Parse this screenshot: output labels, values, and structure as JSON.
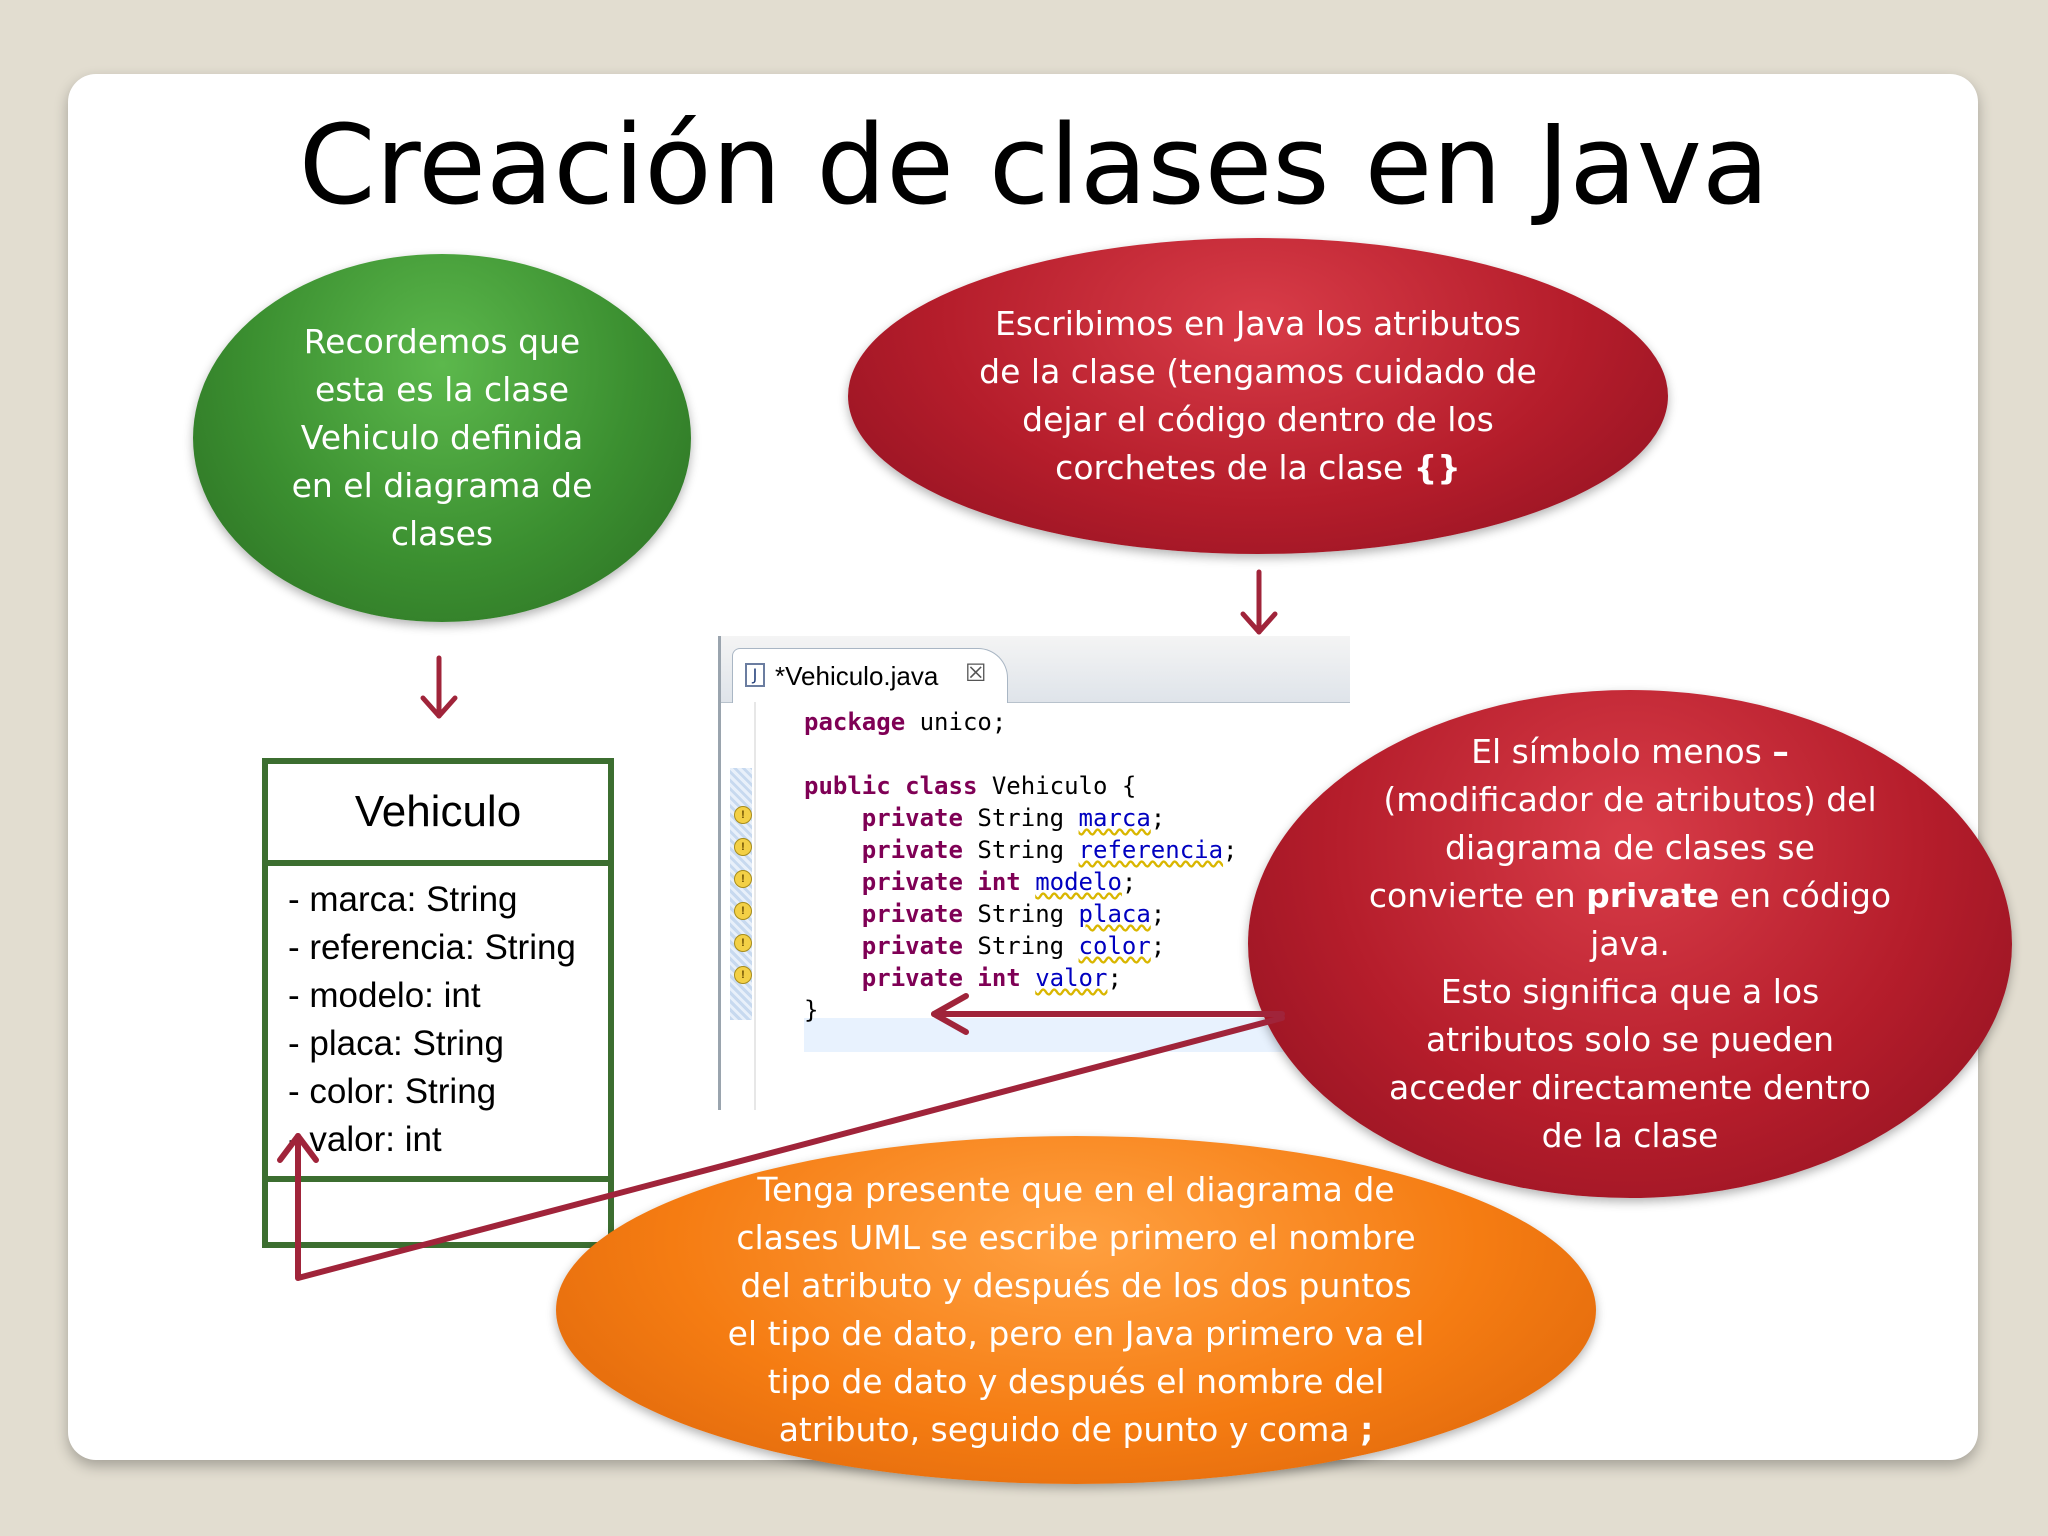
{
  "slide": {
    "title": "Creación de clases en Java"
  },
  "callouts": {
    "green": "Recordemos que\nesta es la clase\nVehiculo definida\nen el diagrama de\nclases",
    "red_top": "Escribimos en Java los atributos\nde la clase (tengamos cuidado de\ndejar el código dentro de los\ncorchetes de la clase",
    "red_top_braces": "{}",
    "red_right_line1": "El símbolo menos ",
    "red_right_dash": "–",
    "red_right_line2": "(modificador de atributos) del\ndiagrama de clases se\nconvierte en ",
    "red_right_private": "private",
    "red_right_line3": " en código\njava.\nEsto significa que  a los\natributos solo  se pueden\nacceder  directamente dentro\nde la clase",
    "orange": "Tenga presente  que  en  el  diagrama  de\nclases  UML  se escribe primero el nombre\ndel  atributo y después de los dos puntos\nel  tipo de dato, pero en Java primero va el\ntipo  de  dato y  después el nombre del\natributo, seguido de punto y coma",
    "orange_semicolon": ";"
  },
  "uml_class": {
    "name": "Vehiculo",
    "attributes": [
      "- marca: String",
      "- referencia: String",
      "- modelo: int",
      "- placa: String",
      "- color: String",
      "- valor: int"
    ]
  },
  "editor": {
    "tab_label": "*Vehiculo.java",
    "tab_icon": "J",
    "close_glyph": "☒",
    "lines": {
      "package_kw": "package",
      "package_name": " unico;",
      "public_kw": "public class",
      "class_name": " Vehiculo {",
      "private_kw": "private",
      "fields": [
        {
          "type": " String ",
          "type_is_kw": false,
          "name": "marca"
        },
        {
          "type": " String ",
          "type_is_kw": false,
          "name": "referencia"
        },
        {
          "type": " int",
          "type_is_kw": true,
          "name": "modelo"
        },
        {
          "type": " String ",
          "type_is_kw": false,
          "name": "placa"
        },
        {
          "type": " String ",
          "type_is_kw": false,
          "name": "color"
        },
        {
          "type": " int",
          "type_is_kw": true,
          "name": "valor"
        }
      ],
      "closing": "}"
    }
  },
  "colors": {
    "arrow": "#a0243a",
    "uml_border": "#3c6e30"
  }
}
